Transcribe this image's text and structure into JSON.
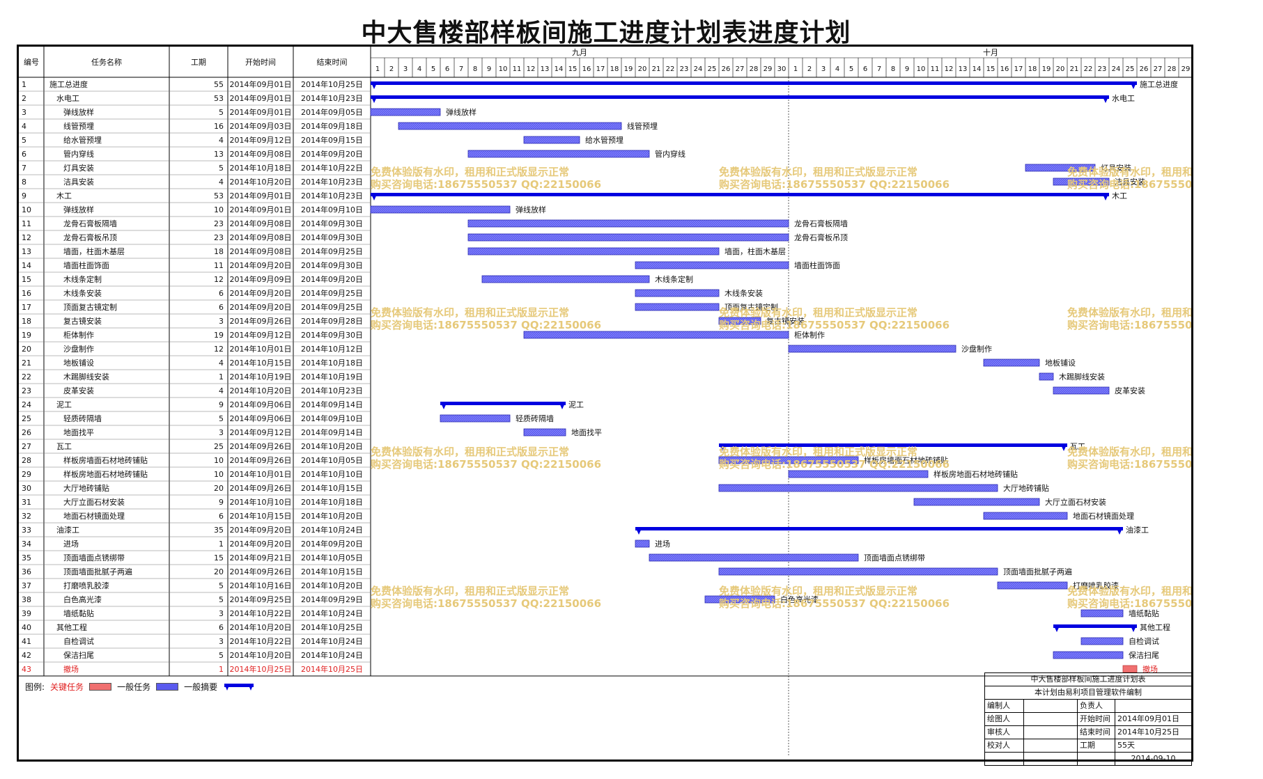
{
  "title": "中大售楼部样板间施工进度计划表进度计划",
  "columns": {
    "id": "编号",
    "name": "任务名称",
    "dur": "工期",
    "start": "开始时间",
    "end": "结束时间"
  },
  "months": [
    {
      "label": "九月",
      "days": 30
    },
    {
      "label": "十月",
      "days": 29
    }
  ],
  "watermark": {
    "line1": "免费体验版有水印，租用和正式版显示正常",
    "line2": "购买咨询电话:18675550537 QQ:22150066"
  },
  "legend": {
    "label": "图例:",
    "critical": "关键任务",
    "normal": "一般任务",
    "summary": "一般摘要"
  },
  "colors": {
    "bar": "#5b5bef",
    "summary": "#0000e0",
    "critical": "#f07070",
    "criticalText": "#e02020"
  },
  "footer": {
    "title": "中大售楼部样板间施工进度计划表",
    "subtitle": "本计划由易利项目管理软件编制",
    "rows": [
      {
        "l1": "编制人",
        "v1": "",
        "l2": "负责人",
        "v2": ""
      },
      {
        "l1": "绘图人",
        "v1": "",
        "l2": "开始时间",
        "v2": "2014年09月01日"
      },
      {
        "l1": "审核人",
        "v1": "",
        "l2": "结束时间",
        "v2": "2014年10月25日"
      },
      {
        "l1": "校对人",
        "v1": "",
        "l2": "工期",
        "v2": "55天"
      },
      {
        "l1": "",
        "v1": "",
        "l2": "",
        "v2": "2014-09-10"
      }
    ]
  },
  "chart_data": {
    "type": "gantt",
    "x_range": [
      "2014-09-01",
      "2014-10-29"
    ],
    "tasks": [
      {
        "id": "1",
        "name": "施工总进度",
        "dur": 55,
        "start": "2014年09月01日",
        "end": "2014年10月25日",
        "s": "2014-09-01",
        "e": "2014-10-25",
        "kind": "summary",
        "indent": 0
      },
      {
        "id": "2",
        "name": "水电工",
        "dur": 53,
        "start": "2014年09月01日",
        "end": "2014年10月23日",
        "s": "2014-09-01",
        "e": "2014-10-23",
        "kind": "summary",
        "indent": 1
      },
      {
        "id": "3",
        "name": "弹线放样",
        "dur": 5,
        "start": "2014年09月01日",
        "end": "2014年09月05日",
        "s": "2014-09-01",
        "e": "2014-09-05",
        "kind": "task",
        "indent": 2
      },
      {
        "id": "4",
        "name": "线管预埋",
        "dur": 16,
        "start": "2014年09月03日",
        "end": "2014年09月18日",
        "s": "2014-09-03",
        "e": "2014-09-18",
        "kind": "task",
        "indent": 2
      },
      {
        "id": "5",
        "name": "给水管预埋",
        "dur": 4,
        "start": "2014年09月12日",
        "end": "2014年09月15日",
        "s": "2014-09-12",
        "e": "2014-09-15",
        "kind": "task",
        "indent": 2
      },
      {
        "id": "6",
        "name": "管内穿线",
        "dur": 13,
        "start": "2014年09月08日",
        "end": "2014年09月20日",
        "s": "2014-09-08",
        "e": "2014-09-20",
        "kind": "task",
        "indent": 2
      },
      {
        "id": "7",
        "name": "灯具安装",
        "dur": 5,
        "start": "2014年10月18日",
        "end": "2014年10月22日",
        "s": "2014-10-18",
        "e": "2014-10-22",
        "kind": "task",
        "indent": 2
      },
      {
        "id": "8",
        "name": "洁具安装",
        "dur": 4,
        "start": "2014年10月20日",
        "end": "2014年10月23日",
        "s": "2014-10-20",
        "e": "2014-10-23",
        "kind": "task",
        "indent": 2
      },
      {
        "id": "9",
        "name": "木工",
        "dur": 53,
        "start": "2014年09月01日",
        "end": "2014年10月23日",
        "s": "2014-09-01",
        "e": "2014-10-23",
        "kind": "summary",
        "indent": 1
      },
      {
        "id": "10",
        "name": "弹线放样",
        "dur": 10,
        "start": "2014年09月01日",
        "end": "2014年09月10日",
        "s": "2014-09-01",
        "e": "2014-09-10",
        "kind": "task",
        "indent": 2
      },
      {
        "id": "11",
        "name": "龙骨石膏板隔墙",
        "dur": 23,
        "start": "2014年09月08日",
        "end": "2014年09月30日",
        "s": "2014-09-08",
        "e": "2014-09-30",
        "kind": "task",
        "indent": 2
      },
      {
        "id": "12",
        "name": "龙骨石膏板吊顶",
        "dur": 23,
        "start": "2014年09月08日",
        "end": "2014年09月30日",
        "s": "2014-09-08",
        "e": "2014-09-30",
        "kind": "task",
        "indent": 2
      },
      {
        "id": "13",
        "name": "墙面，柱面木基层",
        "dur": 18,
        "start": "2014年09月08日",
        "end": "2014年09月25日",
        "s": "2014-09-08",
        "e": "2014-09-25",
        "kind": "task",
        "indent": 2
      },
      {
        "id": "14",
        "name": "墙面柱面饰面",
        "dur": 11,
        "start": "2014年09月20日",
        "end": "2014年09月30日",
        "s": "2014-09-20",
        "e": "2014-09-30",
        "kind": "task",
        "indent": 2
      },
      {
        "id": "15",
        "name": "木线条定制",
        "dur": 12,
        "start": "2014年09月09日",
        "end": "2014年09月20日",
        "s": "2014-09-09",
        "e": "2014-09-20",
        "kind": "task",
        "indent": 2
      },
      {
        "id": "16",
        "name": "木线条安装",
        "dur": 6,
        "start": "2014年09月20日",
        "end": "2014年09月25日",
        "s": "2014-09-20",
        "e": "2014-09-25",
        "kind": "task",
        "indent": 2
      },
      {
        "id": "17",
        "name": "顶面复古镜定制",
        "dur": 6,
        "start": "2014年09月20日",
        "end": "2014年09月25日",
        "s": "2014-09-20",
        "e": "2014-09-25",
        "kind": "task",
        "indent": 2
      },
      {
        "id": "18",
        "name": "复古镜安装",
        "dur": 3,
        "start": "2014年09月26日",
        "end": "2014年09月28日",
        "s": "2014-09-26",
        "e": "2014-09-28",
        "kind": "task",
        "indent": 2
      },
      {
        "id": "19",
        "name": "柜体制作",
        "dur": 19,
        "start": "2014年09月12日",
        "end": "2014年09月30日",
        "s": "2014-09-12",
        "e": "2014-09-30",
        "kind": "task",
        "indent": 2
      },
      {
        "id": "20",
        "name": "沙盘制作",
        "dur": 12,
        "start": "2014年10月01日",
        "end": "2014年10月12日",
        "s": "2014-10-01",
        "e": "2014-10-12",
        "kind": "task",
        "indent": 2
      },
      {
        "id": "21",
        "name": "地板铺设",
        "dur": 4,
        "start": "2014年10月15日",
        "end": "2014年10月18日",
        "s": "2014-10-15",
        "e": "2014-10-18",
        "kind": "task",
        "indent": 2
      },
      {
        "id": "22",
        "name": "木踢脚线安装",
        "dur": 1,
        "start": "2014年10月19日",
        "end": "2014年10月19日",
        "s": "2014-10-19",
        "e": "2014-10-19",
        "kind": "task",
        "indent": 2
      },
      {
        "id": "23",
        "name": "皮革安装",
        "dur": 4,
        "start": "2014年10月20日",
        "end": "2014年10月23日",
        "s": "2014-10-20",
        "e": "2014-10-23",
        "kind": "task",
        "indent": 2
      },
      {
        "id": "24",
        "name": "泥工",
        "dur": 9,
        "start": "2014年09月06日",
        "end": "2014年09月14日",
        "s": "2014-09-06",
        "e": "2014-09-14",
        "kind": "summary",
        "indent": 1
      },
      {
        "id": "25",
        "name": "轻质砖隔墙",
        "dur": 5,
        "start": "2014年09月06日",
        "end": "2014年09月10日",
        "s": "2014-09-06",
        "e": "2014-09-10",
        "kind": "task",
        "indent": 2
      },
      {
        "id": "26",
        "name": "地面找平",
        "dur": 3,
        "start": "2014年09月12日",
        "end": "2014年09月14日",
        "s": "2014-09-12",
        "e": "2014-09-14",
        "kind": "task",
        "indent": 2
      },
      {
        "id": "27",
        "name": "瓦工",
        "dur": 25,
        "start": "2014年09月26日",
        "end": "2014年10月20日",
        "s": "2014-09-26",
        "e": "2014-10-20",
        "kind": "summary",
        "indent": 1
      },
      {
        "id": "28",
        "name": "样板房墙面石材地砖铺贴",
        "dur": 10,
        "start": "2014年09月26日",
        "end": "2014年10月05日",
        "s": "2014-09-26",
        "e": "2014-10-05",
        "kind": "task",
        "indent": 2
      },
      {
        "id": "29",
        "name": "样板房地面石材地砖铺贴",
        "dur": 10,
        "start": "2014年10月01日",
        "end": "2014年10月10日",
        "s": "2014-10-01",
        "e": "2014-10-10",
        "kind": "task",
        "indent": 2
      },
      {
        "id": "30",
        "name": "大厅地砖铺贴",
        "dur": 20,
        "start": "2014年09月26日",
        "end": "2014年10月15日",
        "s": "2014-09-26",
        "e": "2014-10-15",
        "kind": "task",
        "indent": 2
      },
      {
        "id": "31",
        "name": "大厅立面石材安装",
        "dur": 9,
        "start": "2014年10月10日",
        "end": "2014年10月18日",
        "s": "2014-10-10",
        "e": "2014-10-18",
        "kind": "task",
        "indent": 2
      },
      {
        "id": "32",
        "name": "地面石材镜面处理",
        "dur": 6,
        "start": "2014年10月15日",
        "end": "2014年10月20日",
        "s": "2014-10-15",
        "e": "2014-10-20",
        "kind": "task",
        "indent": 2
      },
      {
        "id": "33",
        "name": "油漆工",
        "dur": 35,
        "start": "2014年09月20日",
        "end": "2014年10月24日",
        "s": "2014-09-20",
        "e": "2014-10-24",
        "kind": "summary",
        "indent": 1
      },
      {
        "id": "34",
        "name": "进场",
        "dur": 1,
        "start": "2014年09月20日",
        "end": "2014年09月20日",
        "s": "2014-09-20",
        "e": "2014-09-20",
        "kind": "task",
        "indent": 2
      },
      {
        "id": "35",
        "name": "顶面墙面点锈绑带",
        "dur": 15,
        "start": "2014年09月21日",
        "end": "2014年10月05日",
        "s": "2014-09-21",
        "e": "2014-10-05",
        "kind": "task",
        "indent": 2
      },
      {
        "id": "36",
        "name": "顶面墙面批腻子两遍",
        "dur": 20,
        "start": "2014年09月26日",
        "end": "2014年10月15日",
        "s": "2014-09-26",
        "e": "2014-10-15",
        "kind": "task",
        "indent": 2
      },
      {
        "id": "37",
        "name": "打磨喷乳胶漆",
        "dur": 5,
        "start": "2014年10月16日",
        "end": "2014年10月20日",
        "s": "2014-10-16",
        "e": "2014-10-20",
        "kind": "task",
        "indent": 2
      },
      {
        "id": "38",
        "name": "白色高光漆",
        "dur": 5,
        "start": "2014年09月25日",
        "end": "2014年09月29日",
        "s": "2014-09-25",
        "e": "2014-09-29",
        "kind": "task",
        "indent": 2
      },
      {
        "id": "39",
        "name": "墙纸黏贴",
        "dur": 3,
        "start": "2014年10月22日",
        "end": "2014年10月24日",
        "s": "2014-10-22",
        "e": "2014-10-24",
        "kind": "task",
        "indent": 2
      },
      {
        "id": "40",
        "name": "其他工程",
        "dur": 6,
        "start": "2014年10月20日",
        "end": "2014年10月25日",
        "s": "2014-10-20",
        "e": "2014-10-25",
        "kind": "summary",
        "indent": 1
      },
      {
        "id": "41",
        "name": "自检调试",
        "dur": 3,
        "start": "2014年10月22日",
        "end": "2014年10月24日",
        "s": "2014-10-22",
        "e": "2014-10-24",
        "kind": "task",
        "indent": 2
      },
      {
        "id": "42",
        "name": "保洁扫尾",
        "dur": 5,
        "start": "2014年10月20日",
        "end": "2014年10月24日",
        "s": "2014-10-20",
        "e": "2014-10-24",
        "kind": "task",
        "indent": 2
      },
      {
        "id": "43",
        "name": "撤场",
        "dur": 1,
        "start": "2014年10月25日",
        "end": "2014年10月25日",
        "s": "2014-10-25",
        "e": "2014-10-25",
        "kind": "critical",
        "indent": 2
      }
    ]
  }
}
